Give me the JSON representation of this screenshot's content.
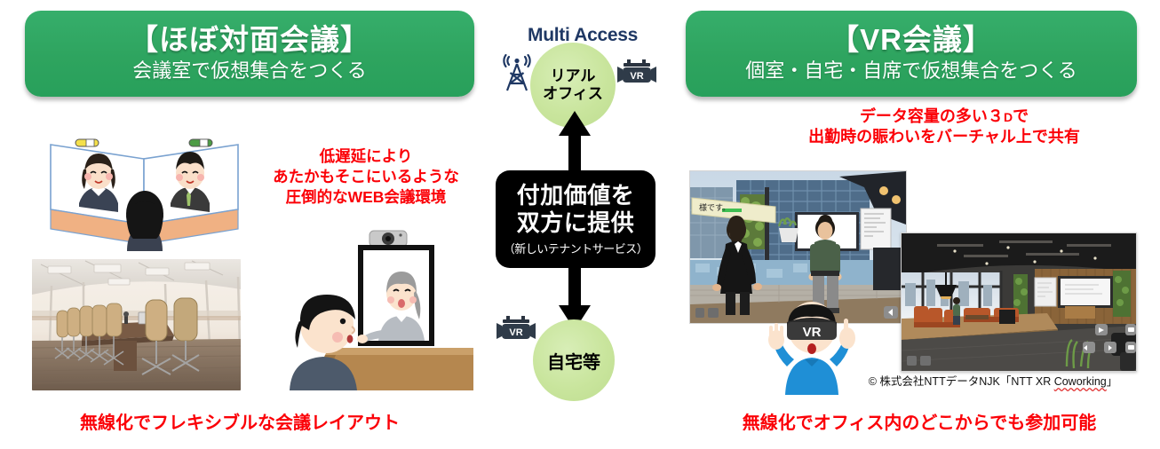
{
  "left_panel": {
    "banner_title": "【ほぼ対面会議】",
    "banner_subtitle": "会議室で仮想集合をつくる",
    "note": [
      "低遅延により",
      "あたかもそこにいるような",
      "圧倒的なWEB会議環境"
    ],
    "caption": "無線化でフレキシブルな会議レイアウト",
    "illustration_screens_name": "two-screen-virtual-meeting-illustration",
    "photo_name": "conference-room-photo",
    "illustration_monitor_name": "person-facing-monitor-illustration"
  },
  "right_panel": {
    "banner_title": "【VR会議】",
    "banner_subtitle": "個室・自宅・自席で仮想集合をつくる",
    "note": [
      "データ容量の多い３",
      "D",
      "で",
      "出勤時の賑わいをバーチャル上で共有"
    ],
    "note_line1_a": "データ容量の多い３",
    "note_line1_d": "D",
    "note_line1_b": "で",
    "note_line2": "出勤時の賑わいをバーチャル上で共有",
    "caption": "無線化でオフィス内のどこからでも参加可能",
    "credit_prefix": "© 株式会社NTTデータNJK「NTT XR ",
    "credit_spellcheck_word": "Coworking",
    "credit_suffix": "」",
    "vr_shot_1_name": "vr-office-avatars-screenshot",
    "vr_shot_2_name": "vr-coworking-lounge-screenshot",
    "vr_person_name": "person-wearing-vr-headset-illustration",
    "vr_headset_label": "VR",
    "vr_scene_bubble_text": "様です。"
  },
  "center": {
    "multi_access_label": "Multi Access",
    "top_circle_line1": "リアル",
    "top_circle_line2": "オフィス",
    "bottom_circle_label": "自宅等",
    "box_line1": "付加価値を",
    "box_line2": "双方に提供",
    "box_sub": "（新しいテナントサービス）",
    "antenna_icon": "antenna-tower-icon",
    "vr_goggles_icon": "vr-goggles-icon",
    "arrow_up_icon": "arrow-up-icon",
    "arrow_down_icon": "arrow-down-icon"
  },
  "colors": {
    "banner_green": "#2ea45f",
    "circle_green": "#c9e59d",
    "accent_red": "#fb0007",
    "navy": "#1f3864",
    "black_box": "#000000"
  }
}
